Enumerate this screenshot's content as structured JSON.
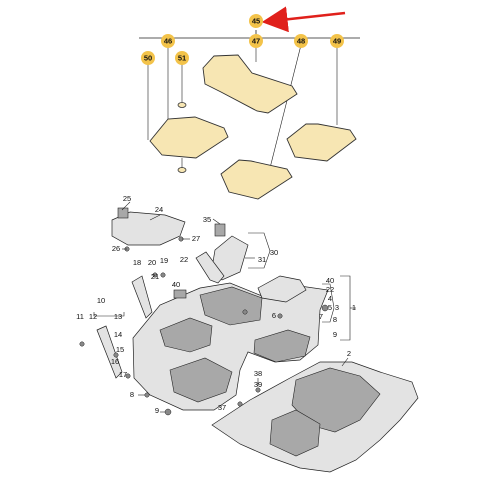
{
  "colors": {
    "mat_fill": "#f7e6b3",
    "mat_stroke": "#333333",
    "callout_bubble": "#f3c34a",
    "arrow": "#e0201b",
    "part_fill": "#e3e3e3",
    "part_dark": "#a8a8a8",
    "line": "#222222"
  },
  "callouts": [
    {
      "id": "c45",
      "label": "45"
    },
    {
      "id": "c46",
      "label": "46"
    },
    {
      "id": "c47",
      "label": "47"
    },
    {
      "id": "c48",
      "label": "48"
    },
    {
      "id": "c49",
      "label": "49"
    },
    {
      "id": "c50",
      "label": "50"
    },
    {
      "id": "c51",
      "label": "51"
    }
  ],
  "labels": [
    {
      "id": "l25",
      "text": "25"
    },
    {
      "id": "l24",
      "text": "24"
    },
    {
      "id": "l26",
      "text": "26"
    },
    {
      "id": "l27",
      "text": "27"
    },
    {
      "id": "l35",
      "text": "35"
    },
    {
      "id": "l30",
      "text": "30"
    },
    {
      "id": "l31",
      "text": "31"
    },
    {
      "id": "l22",
      "text": "22"
    },
    {
      "id": "l18",
      "text": "18"
    },
    {
      "id": "l20",
      "text": "20"
    },
    {
      "id": "l19",
      "text": "19"
    },
    {
      "id": "l21",
      "text": "21"
    },
    {
      "id": "l40a",
      "text": "40"
    },
    {
      "id": "l40b",
      "text": "40"
    },
    {
      "id": "l22b",
      "text": "22"
    },
    {
      "id": "l4",
      "text": "4"
    },
    {
      "id": "l3",
      "text": "3"
    },
    {
      "id": "l1",
      "text": "1"
    },
    {
      "id": "l5",
      "text": "5"
    },
    {
      "id": "l7",
      "text": "7"
    },
    {
      "id": "l8",
      "text": "8"
    },
    {
      "id": "l9",
      "text": "9"
    },
    {
      "id": "l6",
      "text": "6"
    },
    {
      "id": "l10",
      "text": "10"
    },
    {
      "id": "l11",
      "text": "11"
    },
    {
      "id": "l12",
      "text": "12"
    },
    {
      "id": "l13",
      "text": "13"
    },
    {
      "id": "l14",
      "text": "14"
    },
    {
      "id": "l15",
      "text": "15"
    },
    {
      "id": "l16",
      "text": "16"
    },
    {
      "id": "l17",
      "text": "17"
    },
    {
      "id": "l2",
      "text": "2"
    },
    {
      "id": "l38",
      "text": "38"
    },
    {
      "id": "l39",
      "text": "39"
    },
    {
      "id": "l37",
      "text": "37"
    },
    {
      "id": "l8b",
      "text": "8"
    },
    {
      "id": "l9b",
      "text": "9"
    }
  ]
}
